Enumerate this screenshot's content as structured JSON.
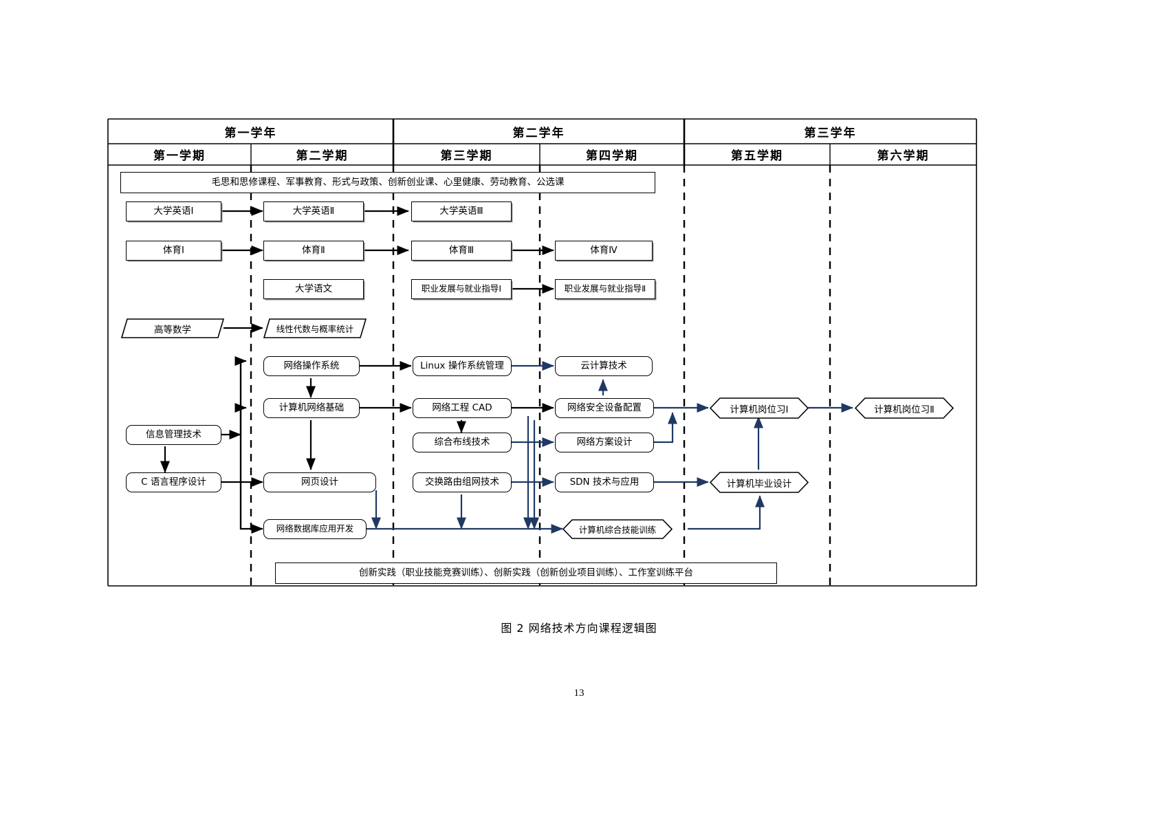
{
  "figure": {
    "caption": "图 2 网络技术方向课程逻辑图",
    "page_number": "13"
  },
  "colors": {
    "black_edge": "#000000",
    "blue_edge": "#1f3864",
    "border": "#000000",
    "background": "#ffffff"
  },
  "header": {
    "years": [
      {
        "label": "第一学年"
      },
      {
        "label": "第二学年"
      },
      {
        "label": "第三学年"
      }
    ],
    "semesters": [
      {
        "label": "第一学期"
      },
      {
        "label": "第二学期"
      },
      {
        "label": "第三学期"
      },
      {
        "label": "第四学期"
      },
      {
        "label": "第五学期"
      },
      {
        "label": "第六学期"
      }
    ]
  },
  "banners": {
    "top": "毛思和思修课程、军事教育、形式与政策、创新创业课、心里健康、劳动教育、公选课",
    "bottom": "创新实践（职业技能竞赛训练）、创新实践（创新创业项目训练）、工作室训练平台"
  },
  "nodes": {
    "english1": "大学英语Ⅰ",
    "english2": "大学英语Ⅱ",
    "english3": "大学英语Ⅲ",
    "pe1": "体育Ⅰ",
    "pe2": "体育Ⅱ",
    "pe3": "体育Ⅲ",
    "pe4": "体育Ⅳ",
    "chinese": "大学语文",
    "career1": "职业发展与就业指导Ⅰ",
    "career2": "职业发展与就业指导Ⅱ",
    "math": "高等数学",
    "linear_algebra": "线性代数与概率统计",
    "net_os": "网络操作系统",
    "linux_admin": "Linux 操作系统管理",
    "cloud": "云计算技术",
    "net_basics": "计算机网络基础",
    "net_cad": "网络工程 CAD",
    "net_security": "网络安全设备配置",
    "info_mgmt": "信息管理技术",
    "cabling": "综合布线技术",
    "net_plan": "网络方案设计",
    "c_lang": "C 语言程序设计",
    "web_design": "网页设计",
    "switch_route": "交换路由组网技术",
    "sdn": "SDN 技术与应用",
    "net_db": "网络数据库应用开发",
    "comprehensive_training": "计算机综合技能训练",
    "internship1": "计算机岗位习Ⅰ",
    "internship2": "计算机岗位习Ⅱ",
    "graduation": "计算机毕业设计"
  },
  "chart_data": {
    "type": "diagram",
    "title": "图 2 网络技术方向课程逻辑图",
    "columns": [
      "第一学期",
      "第二学期",
      "第三学期",
      "第四学期",
      "第五学期",
      "第六学期"
    ],
    "groups": [
      "第一学年",
      "第二学年",
      "第三学年"
    ],
    "edges": [
      {
        "from": "大学英语Ⅰ",
        "to": "大学英语Ⅱ",
        "color": "black"
      },
      {
        "from": "大学英语Ⅱ",
        "to": "大学英语Ⅲ",
        "color": "black"
      },
      {
        "from": "体育Ⅰ",
        "to": "体育Ⅱ",
        "color": "black"
      },
      {
        "from": "体育Ⅱ",
        "to": "体育Ⅲ",
        "color": "black"
      },
      {
        "from": "体育Ⅲ",
        "to": "体育Ⅳ",
        "color": "black"
      },
      {
        "from": "职业发展与就业指导Ⅰ",
        "to": "职业发展与就业指导Ⅱ",
        "color": "black"
      },
      {
        "from": "高等数学",
        "to": "线性代数与概率统计",
        "color": "black"
      },
      {
        "from": "网络操作系统",
        "to": "Linux 操作系统管理",
        "color": "black"
      },
      {
        "from": "Linux 操作系统管理",
        "to": "云计算技术",
        "color": "blue"
      },
      {
        "from": "网络操作系统",
        "to": "计算机网络基础",
        "color": "black"
      },
      {
        "from": "计算机网络基础",
        "to": "网络工程 CAD",
        "color": "black"
      },
      {
        "from": "网络工程 CAD",
        "to": "网络安全设备配置",
        "color": "black"
      },
      {
        "from": "网络工程 CAD",
        "to": "综合布线技术",
        "color": "black"
      },
      {
        "from": "信息管理技术",
        "to": "计算机网络基础",
        "color": "black"
      },
      {
        "from": "信息管理技术",
        "to": "C 语言程序设计",
        "color": "black"
      },
      {
        "from": "C 语言程序设计",
        "to": "网页设计",
        "color": "black"
      },
      {
        "from": "计算机网络基础",
        "to": "网页设计",
        "color": "black"
      },
      {
        "from": "信息管理技术",
        "to": "网络数据库应用开发",
        "color": "black"
      },
      {
        "from": "网页设计",
        "to": "计算机综合技能训练",
        "color": "blue"
      },
      {
        "from": "网络数据库应用开发",
        "to": "计算机综合技能训练",
        "color": "blue"
      },
      {
        "from": "交换路由组网技术",
        "to": "计算机综合技能训练",
        "color": "blue"
      },
      {
        "from": "交换路由组网技术",
        "to": "SDN 技术与应用",
        "color": "blue"
      },
      {
        "from": "综合布线技术",
        "to": "网络方案设计",
        "color": "blue"
      },
      {
        "from": "网络安全设备配置",
        "to": "云计算技术",
        "color": "blue"
      },
      {
        "from": "网络安全设备配置",
        "to": "计算机岗位习Ⅰ",
        "color": "blue"
      },
      {
        "from": "网络方案设计",
        "to": "计算机岗位习Ⅰ",
        "color": "blue"
      },
      {
        "from": "SDN 技术与应用",
        "to": "计算机毕业设计",
        "color": "blue"
      },
      {
        "from": "计算机综合技能训练",
        "to": "计算机毕业设计",
        "color": "blue"
      },
      {
        "from": "计算机毕业设计",
        "to": "计算机岗位习Ⅰ",
        "color": "blue"
      },
      {
        "from": "计算机岗位习Ⅰ",
        "to": "计算机岗位习Ⅱ",
        "color": "blue"
      }
    ]
  }
}
